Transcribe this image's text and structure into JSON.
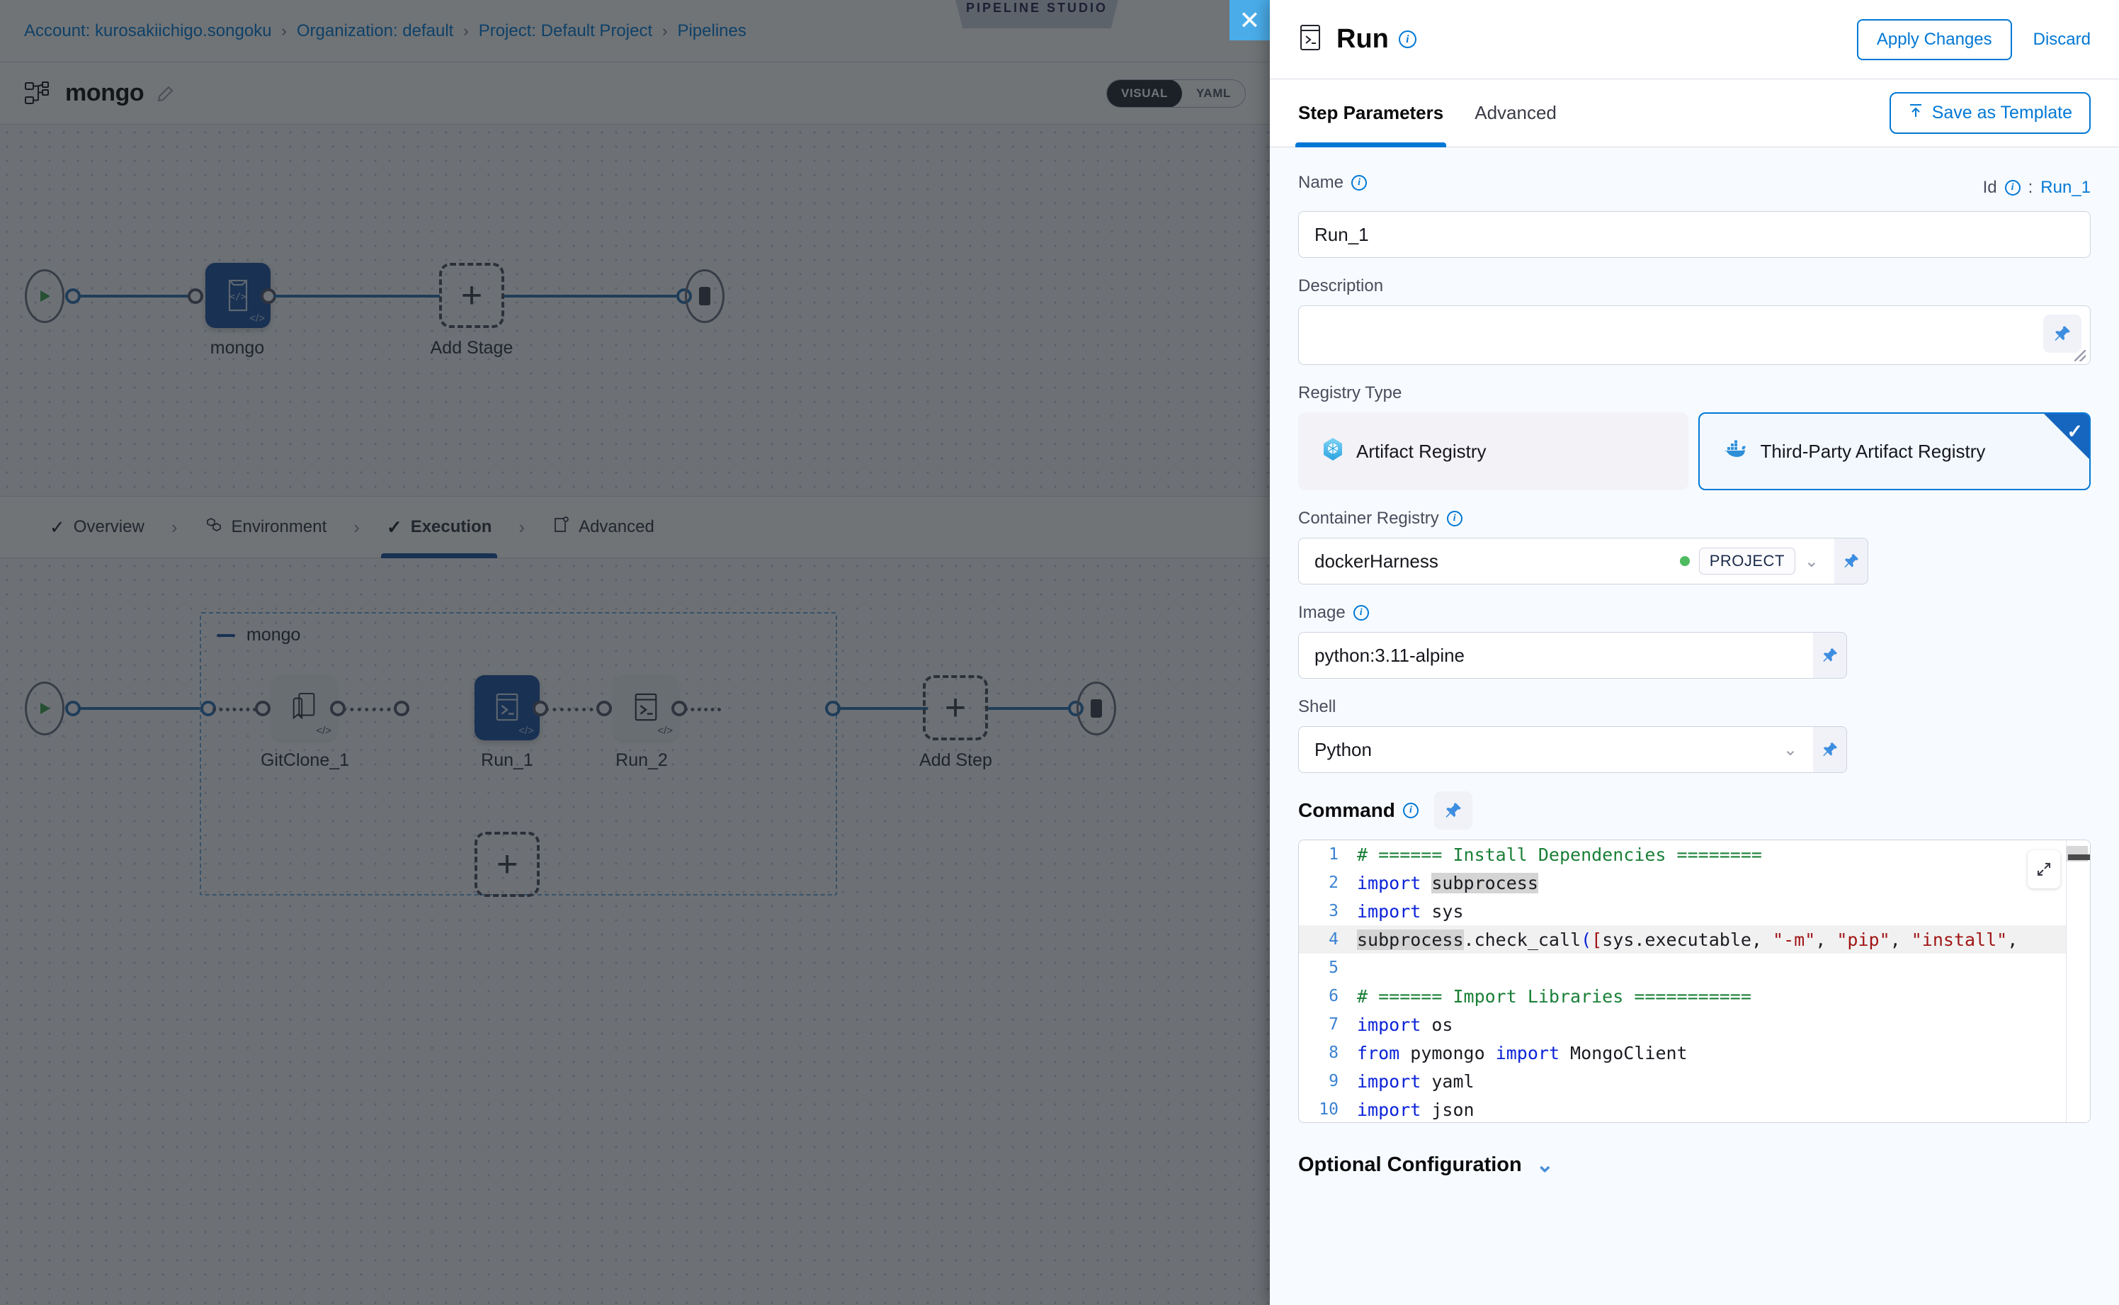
{
  "breadcrumb": {
    "items": [
      "Account: kurosakiichigo.songoku",
      "Organization: default",
      "Project: Default Project",
      "Pipelines"
    ],
    "separator": "›"
  },
  "studio_badge": "PIPELINE STUDIO",
  "close_icon": "✕",
  "pipeline": {
    "name": "mongo",
    "edit_icon": "pencil-icon",
    "view_modes": [
      {
        "label": "VISUAL",
        "active": true
      },
      {
        "label": "YAML",
        "active": false
      }
    ]
  },
  "stage_graph": {
    "stage_label": "mongo",
    "add_stage_label": "Add Stage",
    "add_icon": "+"
  },
  "stage_tabs": [
    {
      "label": "Overview",
      "icon": "check-icon",
      "active": false
    },
    {
      "label": "Environment",
      "icon": "hexagon-icon",
      "active": false
    },
    {
      "label": "Execution",
      "icon": "check-icon",
      "active": true
    },
    {
      "label": "Advanced",
      "icon": "advanced-icon",
      "active": false
    }
  ],
  "step_graph": {
    "group_label": "mongo",
    "steps": [
      {
        "label": "GitClone_1",
        "icon": "git-clone-icon",
        "selected": false
      },
      {
        "label": "Run_1",
        "icon": "terminal-icon",
        "selected": true
      },
      {
        "label": "Run_2",
        "icon": "terminal-icon",
        "selected": false
      }
    ],
    "add_step_label": "Add Step",
    "add_icon": "+"
  },
  "panel": {
    "title": "Run",
    "title_icon": "terminal-icon",
    "apply_label": "Apply Changes",
    "discard_label": "Discard",
    "tabs": [
      {
        "label": "Step Parameters",
        "active": true
      },
      {
        "label": "Advanced",
        "active": false
      }
    ],
    "save_template_label": "Save as Template",
    "save_template_icon": "upload-icon",
    "name": {
      "label": "Name",
      "value": "Run_1",
      "id_label": "Id",
      "id_sep": ":",
      "id_value": "Run_1"
    },
    "description": {
      "label": "Description",
      "value": "",
      "pin_icon": "pin-icon"
    },
    "registry_type": {
      "label": "Registry Type",
      "options": [
        {
          "label": "Artifact Registry",
          "icon": "harness-artifact-icon",
          "selected": false
        },
        {
          "label": "Third-Party Artifact Registry",
          "icon": "docker-icon",
          "selected": true
        }
      ],
      "selected_check": "✓"
    },
    "container_registry": {
      "label": "Container Registry",
      "value": "dockerHarness",
      "scope": "PROJECT",
      "scope_dot_color": "#4dbb5f",
      "chevron": "chevron-down-icon",
      "pin_icon": "pin-icon"
    },
    "image": {
      "label": "Image",
      "value": "python:3.11-alpine",
      "pin_icon": "pin-icon"
    },
    "shell": {
      "label": "Shell",
      "value": "Python",
      "chevron": "chevron-down-icon",
      "pin_icon": "pin-icon"
    },
    "command": {
      "label": "Command",
      "pin_icon": "pin-icon",
      "expand_icon": "expand-icon",
      "lines": [
        {
          "n": "1",
          "segments": [
            {
              "t": "# ====== Install Dependencies ========",
              "c": "c-cm"
            }
          ]
        },
        {
          "n": "2",
          "segments": [
            {
              "t": "import ",
              "c": "c-kw"
            },
            {
              "t": "subprocess",
              "c": "tok-hl"
            }
          ]
        },
        {
          "n": "3",
          "segments": [
            {
              "t": "import ",
              "c": "c-kw"
            },
            {
              "t": "sys",
              "c": ""
            }
          ]
        },
        {
          "n": "4",
          "highlight": true,
          "segments": [
            {
              "t": "subprocess",
              "c": "tok-hl"
            },
            {
              "t": ".check_call",
              "c": ""
            },
            {
              "t": "(",
              "c": "c-br"
            },
            {
              "t": "[",
              "c": "c-str"
            },
            {
              "t": "sys.executable, ",
              "c": ""
            },
            {
              "t": "\"-m\"",
              "c": "c-str"
            },
            {
              "t": ", ",
              "c": ""
            },
            {
              "t": "\"pip\"",
              "c": "c-str"
            },
            {
              "t": ", ",
              "c": ""
            },
            {
              "t": "\"install\"",
              "c": "c-str"
            },
            {
              "t": ",",
              "c": ""
            }
          ]
        },
        {
          "n": "5",
          "segments": [
            {
              "t": "",
              "c": ""
            }
          ]
        },
        {
          "n": "6",
          "segments": [
            {
              "t": "# ====== Import Libraries ===========",
              "c": "c-cm"
            }
          ]
        },
        {
          "n": "7",
          "segments": [
            {
              "t": "import ",
              "c": "c-kw"
            },
            {
              "t": "os",
              "c": ""
            }
          ]
        },
        {
          "n": "8",
          "segments": [
            {
              "t": "from ",
              "c": "c-kw"
            },
            {
              "t": "pymongo ",
              "c": ""
            },
            {
              "t": "import ",
              "c": "c-kw"
            },
            {
              "t": "MongoClient",
              "c": ""
            }
          ]
        },
        {
          "n": "9",
          "segments": [
            {
              "t": "import ",
              "c": "c-kw"
            },
            {
              "t": "yaml",
              "c": ""
            }
          ]
        },
        {
          "n": "10",
          "segments": [
            {
              "t": "import ",
              "c": "c-kw"
            },
            {
              "t": "json",
              "c": ""
            }
          ]
        }
      ]
    },
    "optional_configuration": {
      "label": "Optional Configuration",
      "chevron": "chevron-down-icon"
    }
  },
  "colors": {
    "accent_blue": "#0278d5",
    "node_selected": "#1b4fa0",
    "close_btn": "#4aadea",
    "scope_green": "#4dbb5f",
    "panel_bg": "#f7fbff"
  }
}
